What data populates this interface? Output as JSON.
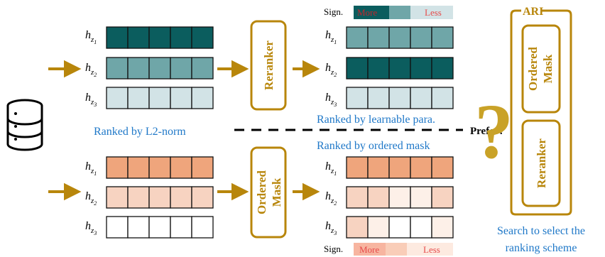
{
  "colors": {
    "gold": "#B8860B",
    "blue": "#1F78C8",
    "teal_dark": "#0B5D5E",
    "teal_mid": "#6FA6A8",
    "teal_light": "#D2E3E6",
    "orange_dark": "#EFA57C",
    "orange_mid": "#F7D3C1",
    "orange_light": "#FDF0E8",
    "more_red": "#C1272D",
    "less_red": "#E64B4B"
  },
  "icons": {
    "database": "database-icon",
    "question": "question-mark-icon"
  },
  "labels": {
    "hz1": "h",
    "sub1": "z",
    "sub1b": "1",
    "sub2b": "2",
    "sub3b": "3",
    "reranker": "Reranker",
    "ordered": "Ordered",
    "mask": "Mask",
    "ari": "ARI",
    "prefer": "Prefer?",
    "ranked_l2": "Ranked by L2-norm",
    "ranked_learnable": "Ranked by learnable para.",
    "ranked_mask": "Ranked by ordered mask",
    "search1": "Search to select the",
    "search2": "ranking scheme",
    "sign": "Sign.",
    "more": "More",
    "less": "Less",
    "qmark": "?"
  }
}
